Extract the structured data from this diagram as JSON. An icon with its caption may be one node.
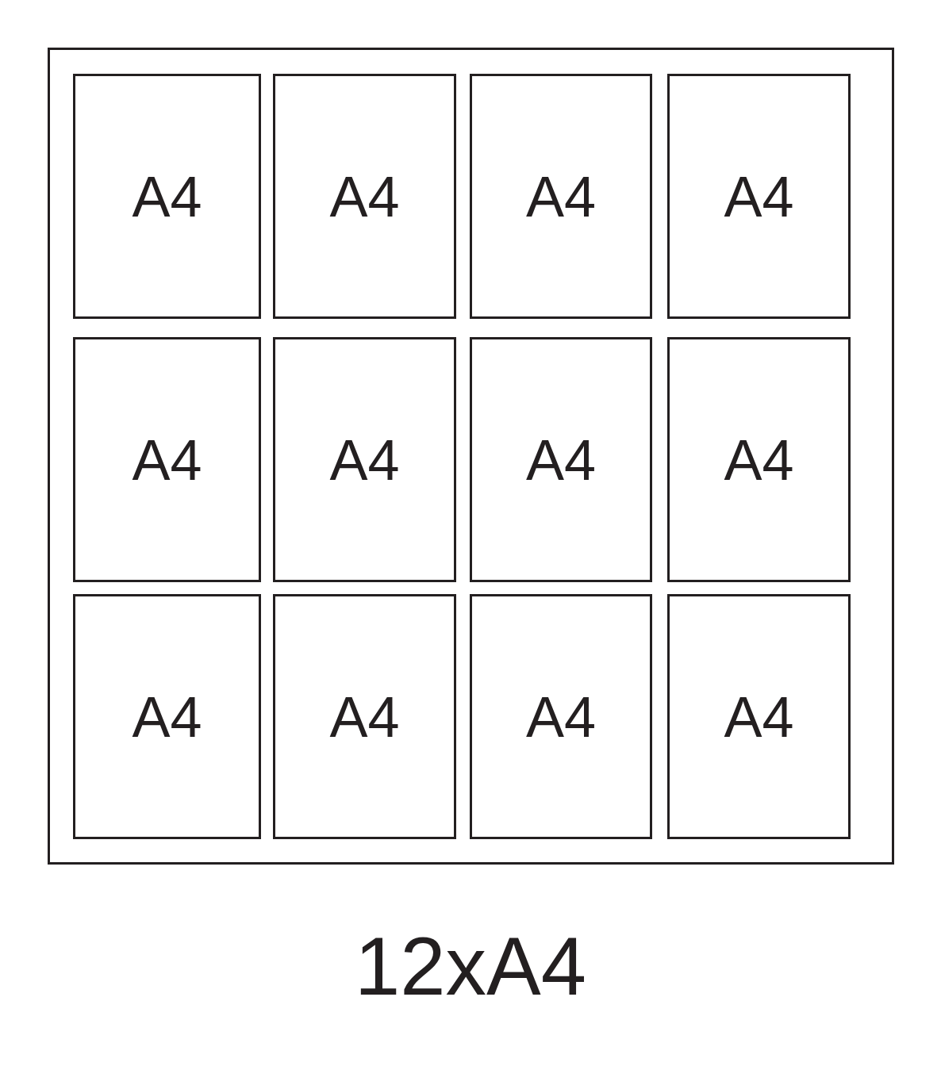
{
  "diagram": {
    "caption": "12xA4",
    "nodes": [
      {
        "text": [],
        "shape": "box"
      },
      {
        "text": [
          "A4"
        ],
        "in": 0
      },
      {
        "text": [
          "A4"
        ],
        "in": 0
      },
      {
        "text": [
          "A4"
        ],
        "in": 0
      },
      {
        "text": [
          "A4"
        ],
        "in": 0
      },
      {
        "text": [
          "A4"
        ],
        "in": 0
      },
      {
        "text": [
          "A4"
        ],
        "in": 0
      },
      {
        "text": [
          "A4"
        ],
        "in": 0
      },
      {
        "text": [
          "A4"
        ],
        "in": 0
      },
      {
        "text": [
          "A4"
        ],
        "in": 0
      },
      {
        "text": [
          "A4"
        ],
        "in": 0
      },
      {
        "text": [
          "A4"
        ],
        "in": 0
      },
      {
        "text": [
          "A4"
        ],
        "in": 0
      }
    ],
    "edges": []
  }
}
